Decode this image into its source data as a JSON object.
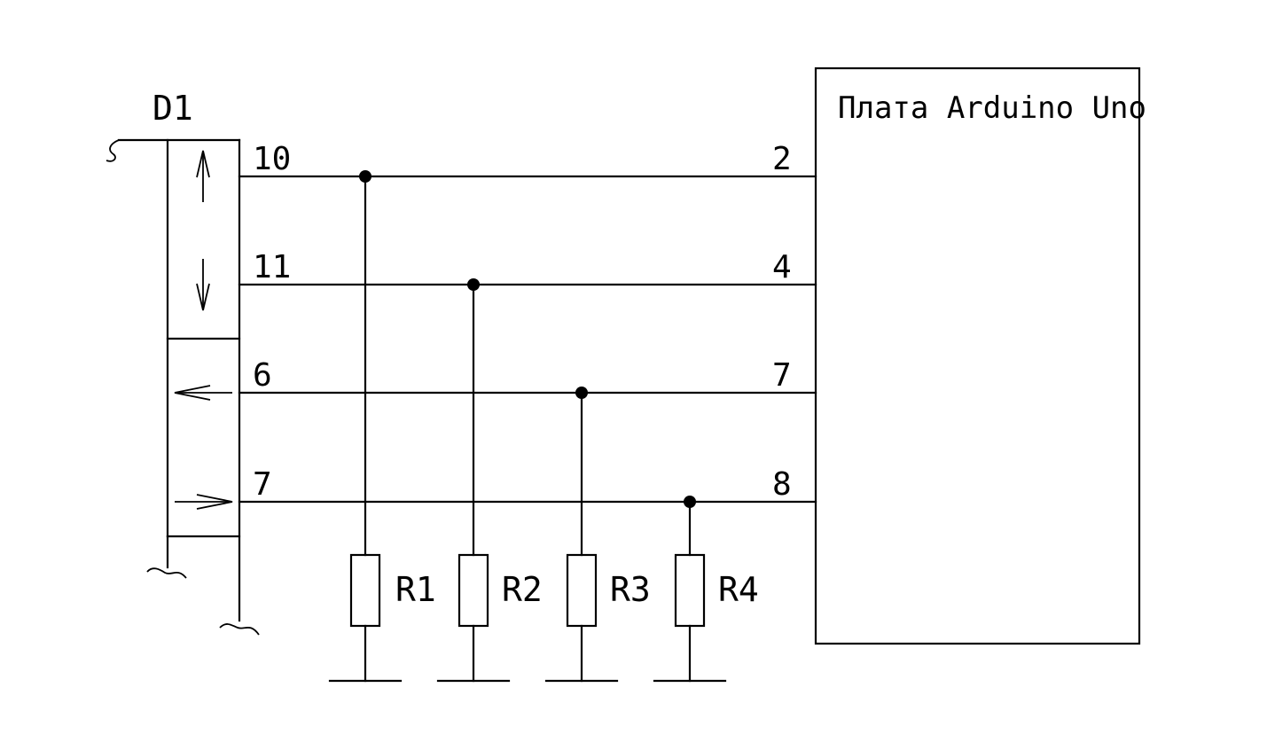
{
  "component_label": "D1",
  "board": {
    "title": "Плата Arduino Uno"
  },
  "nets": [
    {
      "d1_pin": "10",
      "arduino_pin": "2"
    },
    {
      "d1_pin": "11",
      "arduino_pin": "4"
    },
    {
      "d1_pin": "6",
      "arduino_pin": "7"
    },
    {
      "d1_pin": "7",
      "arduino_pin": "8"
    }
  ],
  "resistors": [
    "R1",
    "R2",
    "R3",
    "R4"
  ],
  "d1_symbols": [
    "arrow-up",
    "arrow-down",
    "arrow-left",
    "arrow-right"
  ],
  "colors": {
    "line": "#000000",
    "background": "#ffffff"
  }
}
